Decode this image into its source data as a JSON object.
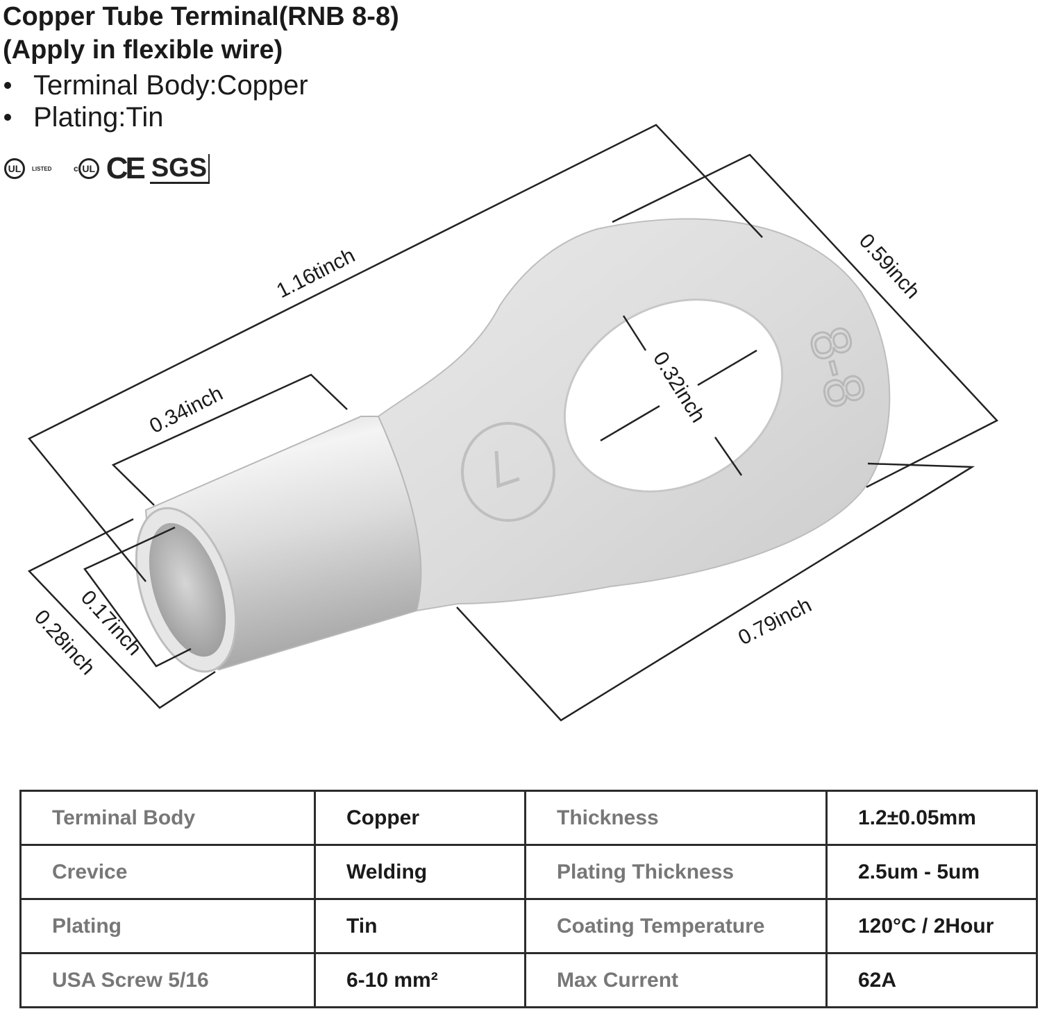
{
  "header": {
    "title_line1": "Copper Tube Terminal(RNB 8-8)",
    "title_line2": "(Apply in flexible wire)",
    "bullets": [
      "Terminal Body:Copper",
      "Plating:Tin"
    ]
  },
  "certifications": {
    "ul_letters": "UL",
    "ul_listed_text": "LISTED",
    "cul_c": "c",
    "ce": "CE",
    "sgs": "SGS"
  },
  "dimensions": {
    "overall_length": "1.16tinch",
    "ring_width": "0.59inch",
    "barrel_length": "0.34inch",
    "hole_diameter": "0.32inch",
    "tongue_length": "0.79inch",
    "inner_diameter": "0.17inch",
    "outer_diameter": "0.28inch",
    "stamp_text": "8-8"
  },
  "specs": {
    "rows": [
      {
        "label1": "Terminal Body",
        "value1": "Copper",
        "label2": "Thickness",
        "value2": "1.2±0.05mm"
      },
      {
        "label1": "Crevice",
        "value1": "Welding",
        "label2": "Plating Thickness",
        "value2": "2.5um - 5um"
      },
      {
        "label1": "Plating",
        "value1": "Tin",
        "label2": "Coating Temperature",
        "value2": "120°C / 2Hour"
      },
      {
        "label1": "USA Screw 5/16",
        "value1": "6-10 mm²",
        "label2": "Max Current",
        "value2": "62A"
      }
    ]
  }
}
